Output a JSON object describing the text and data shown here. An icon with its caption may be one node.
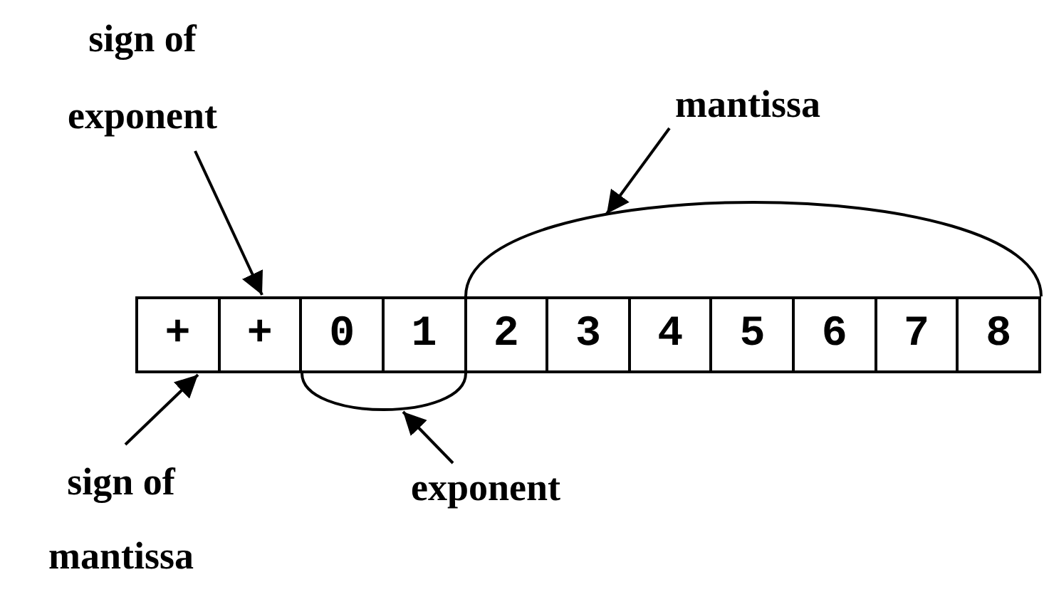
{
  "diagram": {
    "nodes": [
      {
        "text": [
          "sign of exponent"
        ]
      },
      {
        "text": [
          "mantissa"
        ]
      },
      {
        "text": [],
        "shape": "arc"
      },
      {
        "text": [
          "+"
        ]
      },
      {
        "text": [
          "+"
        ]
      },
      {
        "text": [
          "0"
        ]
      },
      {
        "text": [
          "1"
        ]
      },
      {
        "text": [
          "2"
        ]
      },
      {
        "text": [
          "3"
        ]
      },
      {
        "text": [
          "4"
        ]
      },
      {
        "text": [
          "5"
        ]
      },
      {
        "text": [
          "6"
        ]
      },
      {
        "text": [
          "7"
        ]
      },
      {
        "text": [
          "8"
        ]
      },
      {
        "text": [],
        "shape": "arc"
      },
      {
        "text": [
          "sign of mantissa"
        ]
      },
      {
        "text": [
          "exponent"
        ]
      }
    ],
    "edges": [
      {
        "from": 0,
        "to": 4,
        "arrow": "to"
      },
      {
        "from": 1,
        "to": 2,
        "arrow": "to"
      },
      {
        "from": 15,
        "to": 3,
        "arrow": "to"
      },
      {
        "from": 16,
        "to": 14,
        "arrow": "to"
      }
    ]
  }
}
